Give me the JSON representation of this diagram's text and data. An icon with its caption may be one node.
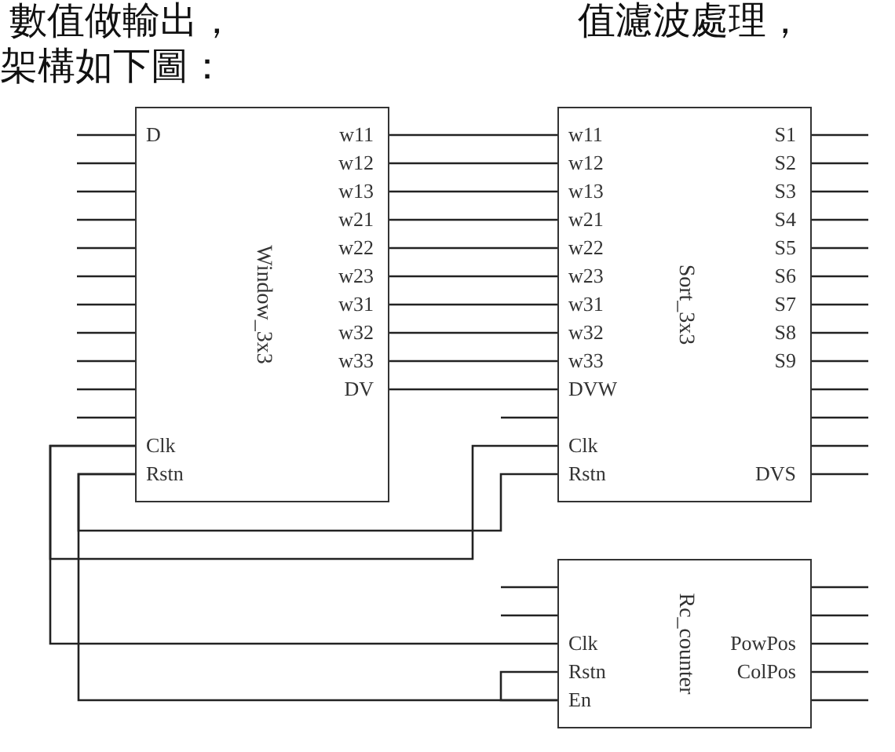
{
  "diagram": {
    "nodes": [
      {
        "text": [
          "Window_3x3",
          "D",
          "Clk",
          "Rstn",
          "w11",
          "w12",
          "w13",
          "w21",
          "w22",
          "w23",
          "w31",
          "w32",
          "w33",
          "DV"
        ]
      },
      {
        "text": [
          "Sort_3x3",
          "w11",
          "w12",
          "w13",
          "w21",
          "w22",
          "w23",
          "w31",
          "w32",
          "w33",
          "DVW",
          "Clk",
          "Rstn",
          "S1",
          "S2",
          "S3",
          "S4",
          "S5",
          "S6",
          "S7",
          "S8",
          "S9",
          "DVS"
        ]
      },
      {
        "text": [
          "Rc_counter",
          "Clk",
          "Rstn",
          "En",
          "PowPos",
          "ColPos"
        ]
      }
    ],
    "edges": [
      {
        "from": null,
        "to": 0,
        "arrow": "none"
      },
      {
        "from": null,
        "to": 0,
        "arrow": "none"
      },
      {
        "from": null,
        "to": 0,
        "arrow": "none"
      },
      {
        "from": null,
        "to": 0,
        "arrow": "none"
      },
      {
        "from": null,
        "to": 0,
        "arrow": "none"
      },
      {
        "from": null,
        "to": 0,
        "arrow": "none"
      },
      {
        "from": null,
        "to": 0,
        "arrow": "none"
      },
      {
        "from": null,
        "to": 0,
        "arrow": "none"
      },
      {
        "from": null,
        "to": 0,
        "arrow": "none"
      },
      {
        "from": null,
        "to": 0,
        "arrow": "none"
      },
      {
        "from": null,
        "to": 0,
        "arrow": "none"
      },
      {
        "from": 0,
        "to": 1,
        "arrow": "none"
      },
      {
        "from": 0,
        "to": 1,
        "arrow": "none"
      },
      {
        "from": 0,
        "to": 1,
        "arrow": "none"
      },
      {
        "from": 0,
        "to": 1,
        "arrow": "none"
      },
      {
        "from": 0,
        "to": 1,
        "arrow": "none"
      },
      {
        "from": 0,
        "to": 1,
        "arrow": "none"
      },
      {
        "from": 0,
        "to": 1,
        "arrow": "none"
      },
      {
        "from": 0,
        "to": 1,
        "arrow": "none"
      },
      {
        "from": 0,
        "to": 1,
        "arrow": "none"
      },
      {
        "from": 0,
        "to": 1,
        "arrow": "none"
      },
      {
        "from": null,
        "to": 1,
        "arrow": "none"
      },
      {
        "from": 1,
        "to": null,
        "arrow": "none"
      },
      {
        "from": 1,
        "to": null,
        "arrow": "none"
      },
      {
        "from": 1,
        "to": null,
        "arrow": "none"
      },
      {
        "from": 1,
        "to": null,
        "arrow": "none"
      },
      {
        "from": 1,
        "to": null,
        "arrow": "none"
      },
      {
        "from": 1,
        "to": null,
        "arrow": "none"
      },
      {
        "from": 1,
        "to": null,
        "arrow": "none"
      },
      {
        "from": 1,
        "to": null,
        "arrow": "none"
      },
      {
        "from": 1,
        "to": null,
        "arrow": "none"
      },
      {
        "from": 1,
        "to": null,
        "arrow": "none"
      },
      {
        "from": 1,
        "to": null,
        "arrow": "none"
      },
      {
        "from": 1,
        "to": null,
        "arrow": "none"
      },
      {
        "from": 1,
        "to": null,
        "arrow": "none"
      },
      {
        "from": 0,
        "to": 1,
        "arrow": "none"
      },
      {
        "from": 0,
        "to": 2,
        "arrow": "none"
      },
      {
        "from": 0,
        "to": 1,
        "arrow": "none"
      },
      {
        "from": 0,
        "to": 2,
        "arrow": "none"
      },
      {
        "from": 2,
        "to": 2,
        "arrow": "none"
      },
      {
        "from": null,
        "to": 2,
        "arrow": "none"
      },
      {
        "from": null,
        "to": 2,
        "arrow": "none"
      },
      {
        "from": 2,
        "to": null,
        "arrow": "none"
      },
      {
        "from": 2,
        "to": null,
        "arrow": "none"
      },
      {
        "from": 2,
        "to": null,
        "arrow": "none"
      },
      {
        "from": 2,
        "to": null,
        "arrow": "none"
      },
      {
        "from": 2,
        "to": null,
        "arrow": "none"
      }
    ],
    "labels": [
      "數值做輸出，",
      "值濾波處理，",
      "架構如下圖："
    ]
  }
}
